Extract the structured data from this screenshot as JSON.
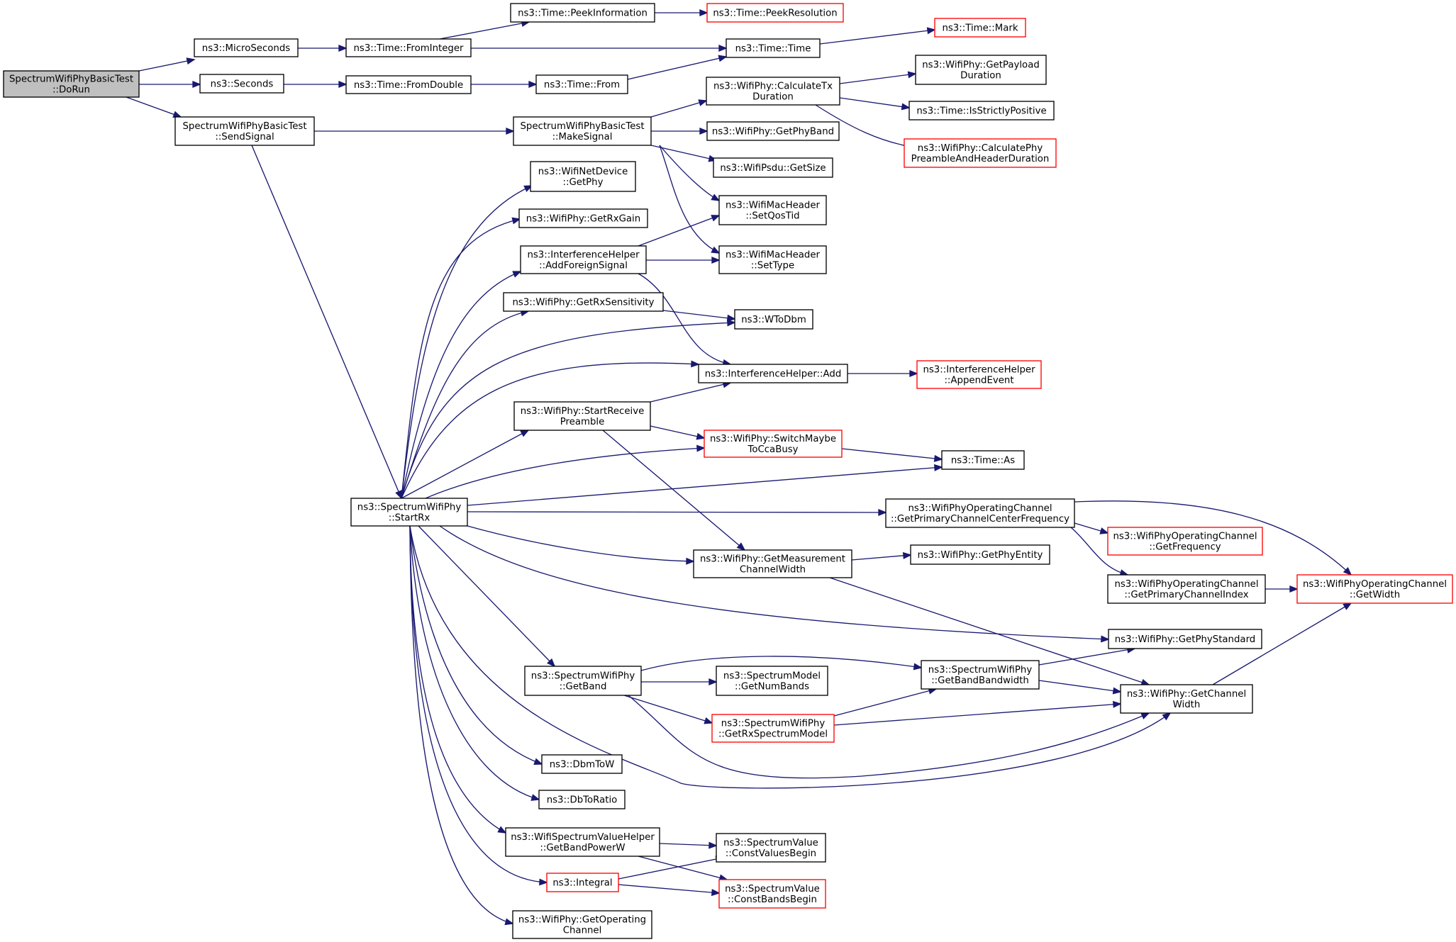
{
  "colors": {
    "edge": "#191970",
    "node_border": "#000000",
    "undocumented_border": "#ff0000",
    "root_fill": "#bfbfbf",
    "background": "#ffffff"
  },
  "nodes": [
    {
      "id": "doRun",
      "lines": [
        "SpectrumWifiPhyBasicTest",
        "::DoRun"
      ],
      "style": "root"
    },
    {
      "id": "microSeconds",
      "lines": [
        "ns3::MicroSeconds"
      ],
      "style": "normal"
    },
    {
      "id": "seconds",
      "lines": [
        "ns3::Seconds"
      ],
      "style": "normal"
    },
    {
      "id": "sendSignal",
      "lines": [
        "SpectrumWifiPhyBasicTest",
        "::SendSignal"
      ],
      "style": "normal"
    },
    {
      "id": "fromInteger",
      "lines": [
        "ns3::Time::FromInteger"
      ],
      "style": "normal"
    },
    {
      "id": "fromDouble",
      "lines": [
        "ns3::Time::FromDouble"
      ],
      "style": "normal"
    },
    {
      "id": "peekInformation",
      "lines": [
        "ns3::Time::PeekInformation"
      ],
      "style": "normal"
    },
    {
      "id": "peekResolution",
      "lines": [
        "ns3::Time::PeekResolution"
      ],
      "style": "red"
    },
    {
      "id": "time",
      "lines": [
        "ns3::Time::Time"
      ],
      "style": "normal"
    },
    {
      "id": "mark",
      "lines": [
        "ns3::Time::Mark"
      ],
      "style": "red"
    },
    {
      "id": "from",
      "lines": [
        "ns3::Time::From"
      ],
      "style": "normal"
    },
    {
      "id": "makeSignal",
      "lines": [
        "SpectrumWifiPhyBasicTest",
        "::MakeSignal"
      ],
      "style": "normal"
    },
    {
      "id": "calcTxDuration",
      "lines": [
        "ns3::WifiPhy::CalculateTx",
        "Duration"
      ],
      "style": "normal"
    },
    {
      "id": "getPayloadDuration",
      "lines": [
        "ns3::WifiPhy::GetPayload",
        "Duration"
      ],
      "style": "normal"
    },
    {
      "id": "isStrictlyPositive",
      "lines": [
        "ns3::Time::IsStrictlyPositive"
      ],
      "style": "normal"
    },
    {
      "id": "calcPreamble",
      "lines": [
        "ns3::WifiPhy::CalculatePhy",
        "PreambleAndHeaderDuration"
      ],
      "style": "red"
    },
    {
      "id": "getPhyBand",
      "lines": [
        "ns3::WifiPhy::GetPhyBand"
      ],
      "style": "normal"
    },
    {
      "id": "psduGetSize",
      "lines": [
        "ns3::WifiPsdu::GetSize"
      ],
      "style": "normal"
    },
    {
      "id": "setQosTid",
      "lines": [
        "ns3::WifiMacHeader",
        "::SetQosTid"
      ],
      "style": "normal"
    },
    {
      "id": "setType",
      "lines": [
        "ns3::WifiMacHeader",
        "::SetType"
      ],
      "style": "normal"
    },
    {
      "id": "netDeviceGetPhy",
      "lines": [
        "ns3::WifiNetDevice",
        "::GetPhy"
      ],
      "style": "normal"
    },
    {
      "id": "getRxGain",
      "lines": [
        "ns3::WifiPhy::GetRxGain"
      ],
      "style": "normal"
    },
    {
      "id": "addForeignSignal",
      "lines": [
        "ns3::InterferenceHelper",
        "::AddForeignSignal"
      ],
      "style": "normal"
    },
    {
      "id": "getRxSensitivity",
      "lines": [
        "ns3::WifiPhy::GetRxSensitivity"
      ],
      "style": "normal"
    },
    {
      "id": "wToDbm",
      "lines": [
        "ns3::WToDbm"
      ],
      "style": "normal"
    },
    {
      "id": "ihAdd",
      "lines": [
        "ns3::InterferenceHelper::Add"
      ],
      "style": "normal"
    },
    {
      "id": "appendEvent",
      "lines": [
        "ns3::InterferenceHelper",
        "::AppendEvent"
      ],
      "style": "red"
    },
    {
      "id": "startReceivePreamble",
      "lines": [
        "ns3::WifiPhy::StartReceive",
        "Preamble"
      ],
      "style": "normal"
    },
    {
      "id": "switchMaybeCca",
      "lines": [
        "ns3::WifiPhy::SwitchMaybe",
        "ToCcaBusy"
      ],
      "style": "red"
    },
    {
      "id": "timeAs",
      "lines": [
        "ns3::Time::As"
      ],
      "style": "normal"
    },
    {
      "id": "startRx",
      "lines": [
        "ns3::SpectrumWifiPhy",
        "::StartRx"
      ],
      "style": "normal"
    },
    {
      "id": "getPrimaryCenterFreq",
      "lines": [
        "ns3::WifiPhyOperatingChannel",
        "::GetPrimaryChannelCenterFrequency"
      ],
      "style": "normal"
    },
    {
      "id": "getFrequency",
      "lines": [
        "ns3::WifiPhyOperatingChannel",
        "::GetFrequency"
      ],
      "style": "red"
    },
    {
      "id": "getMeasurementWidth",
      "lines": [
        "ns3::WifiPhy::GetMeasurement",
        "ChannelWidth"
      ],
      "style": "normal"
    },
    {
      "id": "getPhyEntity",
      "lines": [
        "ns3::WifiPhy::GetPhyEntity"
      ],
      "style": "normal"
    },
    {
      "id": "getPrimaryIndex",
      "lines": [
        "ns3::WifiPhyOperatingChannel",
        "::GetPrimaryChannelIndex"
      ],
      "style": "normal"
    },
    {
      "id": "opGetWidth",
      "lines": [
        "ns3::WifiPhyOperatingChannel",
        "::GetWidth"
      ],
      "style": "red"
    },
    {
      "id": "getPhyStandard",
      "lines": [
        "ns3::WifiPhy::GetPhyStandard"
      ],
      "style": "normal"
    },
    {
      "id": "getBand",
      "lines": [
        "ns3::SpectrumWifiPhy",
        "::GetBand"
      ],
      "style": "normal"
    },
    {
      "id": "getNumBands",
      "lines": [
        "ns3::SpectrumModel",
        "::GetNumBands"
      ],
      "style": "normal"
    },
    {
      "id": "getBandBandwidth",
      "lines": [
        "ns3::SpectrumWifiPhy",
        "::GetBandBandwidth"
      ],
      "style": "normal"
    },
    {
      "id": "getChannelWidth",
      "lines": [
        "ns3::WifiPhy::GetChannel",
        "Width"
      ],
      "style": "normal"
    },
    {
      "id": "getRxSpectrumModel",
      "lines": [
        "ns3::SpectrumWifiPhy",
        "::GetRxSpectrumModel"
      ],
      "style": "red"
    },
    {
      "id": "dbmToW",
      "lines": [
        "ns3::DbmToW"
      ],
      "style": "normal"
    },
    {
      "id": "dbToRatio",
      "lines": [
        "ns3::DbToRatio"
      ],
      "style": "normal"
    },
    {
      "id": "getBandPowerW",
      "lines": [
        "ns3::WifiSpectrumValueHelper",
        "::GetBandPowerW"
      ],
      "style": "normal"
    },
    {
      "id": "constValuesBegin",
      "lines": [
        "ns3::SpectrumValue",
        "::ConstValuesBegin"
      ],
      "style": "normal"
    },
    {
      "id": "integral",
      "lines": [
        "ns3::Integral"
      ],
      "style": "red"
    },
    {
      "id": "constBandsBegin",
      "lines": [
        "ns3::SpectrumValue",
        "::ConstBandsBegin"
      ],
      "style": "red"
    },
    {
      "id": "getOperatingChannel",
      "lines": [
        "ns3::WifiPhy::GetOperating",
        "Channel"
      ],
      "style": "normal"
    }
  ],
  "edges": [
    {
      "from": "doRun",
      "to": "microSeconds"
    },
    {
      "from": "doRun",
      "to": "seconds"
    },
    {
      "from": "doRun",
      "to": "sendSignal"
    },
    {
      "from": "microSeconds",
      "to": "fromInteger"
    },
    {
      "from": "fromInteger",
      "to": "peekInformation"
    },
    {
      "from": "fromInteger",
      "to": "time"
    },
    {
      "from": "peekInformation",
      "to": "peekResolution"
    },
    {
      "from": "time",
      "to": "mark"
    },
    {
      "from": "seconds",
      "to": "fromDouble"
    },
    {
      "from": "fromDouble",
      "to": "from"
    },
    {
      "from": "from",
      "to": "time"
    },
    {
      "from": "sendSignal",
      "to": "makeSignal"
    },
    {
      "from": "sendSignal",
      "to": "startRx"
    },
    {
      "from": "makeSignal",
      "to": "calcTxDuration"
    },
    {
      "from": "makeSignal",
      "to": "getPhyBand"
    },
    {
      "from": "makeSignal",
      "to": "psduGetSize"
    },
    {
      "from": "makeSignal",
      "to": "setQosTid"
    },
    {
      "from": "makeSignal",
      "to": "setType"
    },
    {
      "from": "calcTxDuration",
      "to": "getPayloadDuration"
    },
    {
      "from": "calcTxDuration",
      "to": "isStrictlyPositive"
    },
    {
      "from": "calcTxDuration",
      "to": "calcPreamble"
    },
    {
      "from": "startRx",
      "to": "netDeviceGetPhy"
    },
    {
      "from": "startRx",
      "to": "getRxGain"
    },
    {
      "from": "startRx",
      "to": "addForeignSignal"
    },
    {
      "from": "startRx",
      "to": "getRxSensitivity"
    },
    {
      "from": "startRx",
      "to": "wToDbm"
    },
    {
      "from": "startRx",
      "to": "ihAdd"
    },
    {
      "from": "startRx",
      "to": "startReceivePreamble"
    },
    {
      "from": "startRx",
      "to": "switchMaybeCca"
    },
    {
      "from": "startRx",
      "to": "timeAs"
    },
    {
      "from": "startRx",
      "to": "getPrimaryCenterFreq"
    },
    {
      "from": "startRx",
      "to": "getMeasurementWidth"
    },
    {
      "from": "startRx",
      "to": "getPhyStandard"
    },
    {
      "from": "startRx",
      "to": "getBand"
    },
    {
      "from": "startRx",
      "to": "getChannelWidth"
    },
    {
      "from": "startRx",
      "to": "dbmToW"
    },
    {
      "from": "startRx",
      "to": "dbToRatio"
    },
    {
      "from": "startRx",
      "to": "getBandPowerW"
    },
    {
      "from": "startRx",
      "to": "integral"
    },
    {
      "from": "startRx",
      "to": "getOperatingChannel"
    },
    {
      "from": "addForeignSignal",
      "to": "setQosTid"
    },
    {
      "from": "addForeignSignal",
      "to": "setType"
    },
    {
      "from": "addForeignSignal",
      "to": "ihAdd"
    },
    {
      "from": "getRxSensitivity",
      "to": "wToDbm"
    },
    {
      "from": "ihAdd",
      "to": "appendEvent"
    },
    {
      "from": "startReceivePreamble",
      "to": "ihAdd"
    },
    {
      "from": "startReceivePreamble",
      "to": "switchMaybeCca"
    },
    {
      "from": "startReceivePreamble",
      "to": "getMeasurementWidth"
    },
    {
      "from": "switchMaybeCca",
      "to": "timeAs"
    },
    {
      "from": "getPrimaryCenterFreq",
      "to": "getFrequency"
    },
    {
      "from": "getPrimaryCenterFreq",
      "to": "getPrimaryIndex"
    },
    {
      "from": "getPrimaryCenterFreq",
      "to": "opGetWidth"
    },
    {
      "from": "getPrimaryIndex",
      "to": "opGetWidth"
    },
    {
      "from": "getMeasurementWidth",
      "to": "getPhyEntity"
    },
    {
      "from": "getMeasurementWidth",
      "to": "getChannelWidth"
    },
    {
      "from": "getChannelWidth",
      "to": "opGetWidth"
    },
    {
      "from": "getBand",
      "to": "getNumBands"
    },
    {
      "from": "getBand",
      "to": "getBandBandwidth"
    },
    {
      "from": "getBand",
      "to": "getRxSpectrumModel"
    },
    {
      "from": "getBand",
      "to": "getChannelWidth"
    },
    {
      "from": "getBandBandwidth",
      "to": "getPhyStandard"
    },
    {
      "from": "getBandBandwidth",
      "to": "getChannelWidth"
    },
    {
      "from": "getRxSpectrumModel",
      "to": "getBandBandwidth"
    },
    {
      "from": "getRxSpectrumModel",
      "to": "getChannelWidth"
    },
    {
      "from": "getBandPowerW",
      "to": "constValuesBegin"
    },
    {
      "from": "getBandPowerW",
      "to": "constBandsBegin"
    },
    {
      "from": "integral",
      "to": "constValuesBegin"
    },
    {
      "from": "integral",
      "to": "constBandsBegin"
    }
  ]
}
